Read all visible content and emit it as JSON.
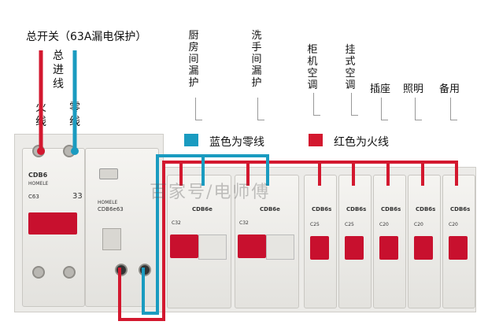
{
  "main_title": "总开关（63A漏电保护）",
  "main_feed_label": "总进线",
  "live_label": "火线",
  "neutral_label": "零线",
  "circuits": [
    {
      "label": "厨房间漏护"
    },
    {
      "label": "洗手间漏护"
    },
    {
      "label": "柜机空调"
    },
    {
      "label": "挂式空调"
    },
    {
      "label": "插座"
    },
    {
      "label": "照明"
    },
    {
      "label": "备用"
    }
  ],
  "legend": {
    "blue_text": "蓝色为零线",
    "red_text": "红色为火线",
    "blue_color": "#1a9bc0",
    "red_color": "#d3182f"
  },
  "breaker_labels": {
    "main_model": "CDB6",
    "main_rating": "C63",
    "brand": "HOMELE",
    "rcd_model": "CDB6e63",
    "sub_rcd_model": "CDB6e",
    "sub_rating_c32": "C32",
    "mcb_model": "CDB6s",
    "mcb_rating_c25": "C25",
    "mcb_rating_c20": "C20",
    "rcd_badge": "33"
  },
  "watermark": "百家号/电师傅"
}
